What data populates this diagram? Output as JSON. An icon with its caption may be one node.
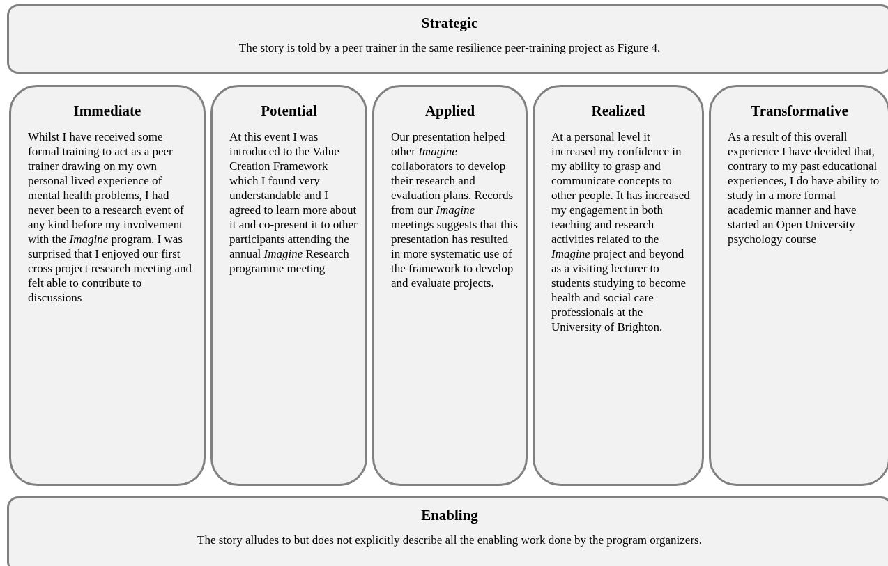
{
  "diagram": {
    "nodes": [
      {
        "text": [
          "Strategic",
          "The story is told by a peer trainer in the same resilience peer-training project as Figure 4."
        ]
      },
      {
        "text": [
          "Immediate",
          "Whilst I have received some formal training to act as a peer trainer drawing on my own personal lived experience of mental health problems, I had never been to a research event of any kind before my involvement with the *Imagine* program. I was surprised that I enjoyed our first cross project research meeting and felt able to contribute to discussions"
        ]
      },
      {
        "text": [
          "Potential",
          "At this event I was introduced to the Value Creation Framework which I found very understandable and I agreed to learn more about it and co-present it to other participants attending the annual *Imagine* Research programme meeting"
        ]
      },
      {
        "text": [
          "Applied",
          "Our presentation helped other *Imagine* collaborators to develop their research and evaluation plans. Records from our *Imagine* meetings suggests that this presentation has resulted in more systematic use of the framework to develop and evaluate projects."
        ]
      },
      {
        "text": [
          "Realized",
          "At a personal level it increased my confidence in my ability to grasp and communicate concepts to other people. It has increased my engagement in both teaching and research activities related to the *Imagine* project and beyond as a visiting lecturer to students studying to become health and social care professionals at the University of Brighton."
        ]
      },
      {
        "text": [
          "Transformative",
          "As a result of this overall experience I have decided that, contrary to my past educational experiences, I do have ability to study in a more formal academic manner and have started an Open University psychology course"
        ]
      },
      {
        "text": [
          "Enabling",
          "The story alludes to but does not explicitly describe all the enabling work done by the program organizers."
        ]
      }
    ]
  }
}
